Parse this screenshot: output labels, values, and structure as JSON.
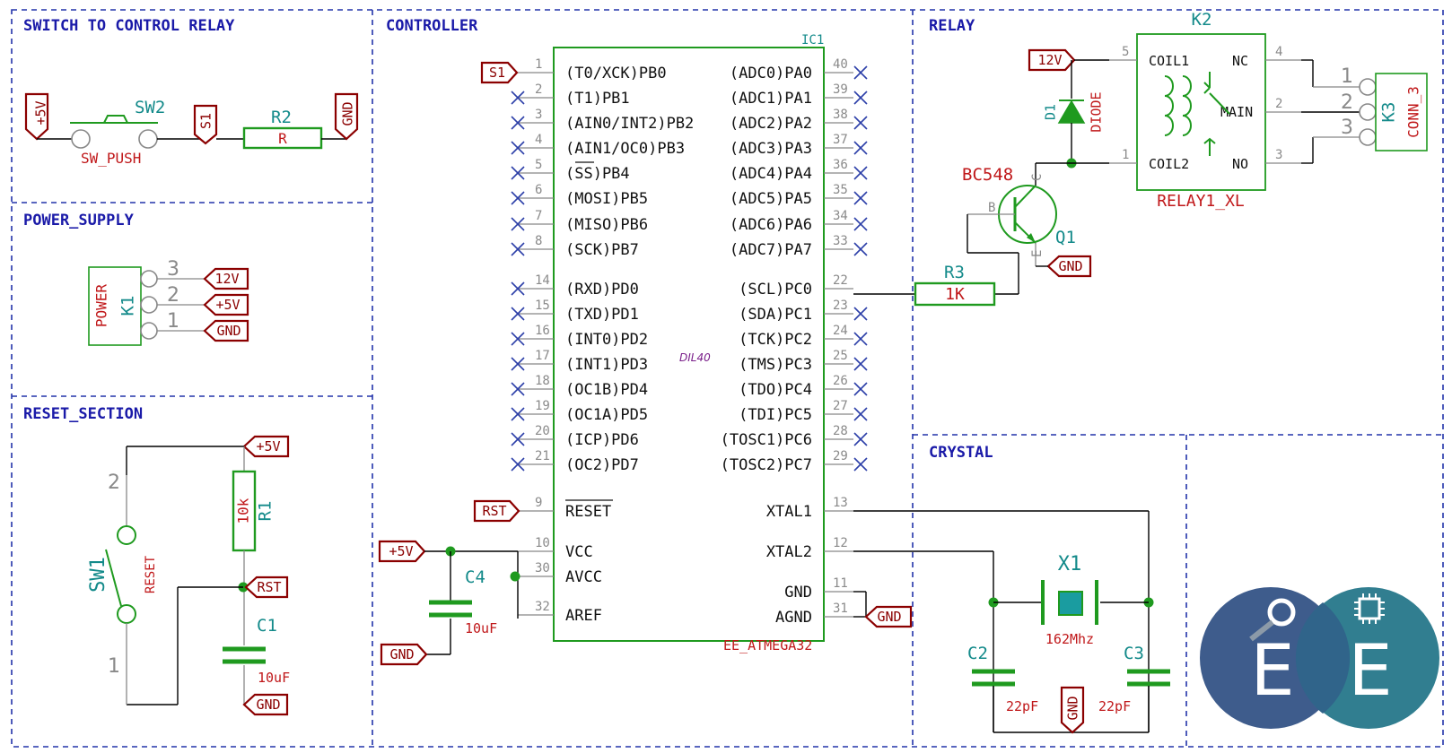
{
  "sections": {
    "switch": "SWITCH TO CONTROL RELAY",
    "power": "POWER_SUPPLY",
    "reset": "RESET_SECTION",
    "controller": "CONTROLLER",
    "relay": "RELAY",
    "crystal": "CRYSTAL"
  },
  "ic": {
    "ref": "IC1",
    "package": "DIL40",
    "value": "EE_ATMEGA32",
    "left_pins": [
      {
        "num": "1",
        "name": "(T0/XCK)PB0"
      },
      {
        "num": "2",
        "name": "(T1)PB1"
      },
      {
        "num": "3",
        "name": "(AIN0/INT2)PB2"
      },
      {
        "num": "4",
        "name": "(AIN1/OC0)PB3"
      },
      {
        "num": "5",
        "name": "(SS)PB4"
      },
      {
        "num": "6",
        "name": "(MOSI)PB5"
      },
      {
        "num": "7",
        "name": "(MISO)PB6"
      },
      {
        "num": "8",
        "name": "(SCK)PB7"
      },
      {
        "num": "14",
        "name": "(RXD)PD0"
      },
      {
        "num": "15",
        "name": "(TXD)PD1"
      },
      {
        "num": "16",
        "name": "(INT0)PD2"
      },
      {
        "num": "17",
        "name": "(INT1)PD3"
      },
      {
        "num": "18",
        "name": "(OC1B)PD4"
      },
      {
        "num": "19",
        "name": "(OC1A)PD5"
      },
      {
        "num": "20",
        "name": "(ICP)PD6"
      },
      {
        "num": "21",
        "name": "(OC2)PD7"
      },
      {
        "num": "9",
        "name": "RESET"
      },
      {
        "num": "10",
        "name": "VCC"
      },
      {
        "num": "30",
        "name": "AVCC"
      },
      {
        "num": "32",
        "name": "AREF"
      }
    ],
    "right_pins": [
      {
        "num": "40",
        "name": "(ADC0)PA0"
      },
      {
        "num": "39",
        "name": "(ADC1)PA1"
      },
      {
        "num": "38",
        "name": "(ADC2)PA2"
      },
      {
        "num": "37",
        "name": "(ADC3)PA3"
      },
      {
        "num": "36",
        "name": "(ADC4)PA4"
      },
      {
        "num": "35",
        "name": "(ADC5)PA5"
      },
      {
        "num": "34",
        "name": "(ADC6)PA6"
      },
      {
        "num": "33",
        "name": "(ADC7)PA7"
      },
      {
        "num": "22",
        "name": "(SCL)PC0"
      },
      {
        "num": "23",
        "name": "(SDA)PC1"
      },
      {
        "num": "24",
        "name": "(TCK)PC2"
      },
      {
        "num": "25",
        "name": "(TMS)PC3"
      },
      {
        "num": "26",
        "name": "(TDO)PC4"
      },
      {
        "num": "27",
        "name": "(TDI)PC5"
      },
      {
        "num": "28",
        "name": "(TOSC1)PC6"
      },
      {
        "num": "29",
        "name": "(TOSC2)PC7"
      },
      {
        "num": "13",
        "name": "XTAL1"
      },
      {
        "num": "12",
        "name": "XTAL2"
      },
      {
        "num": "11",
        "name": "GND"
      },
      {
        "num": "31",
        "name": "AGND"
      }
    ]
  },
  "labels": {
    "p5v": "+5V",
    "gnd": "GND",
    "s1": "S1",
    "rst": "RST",
    "v12": "12V"
  },
  "sw2": {
    "ref": "SW2",
    "value": "SW_PUSH"
  },
  "r2": {
    "ref": "R2",
    "value": "R"
  },
  "k1": {
    "ref": "K1",
    "value": "POWER",
    "pins": [
      "3",
      "2",
      "1"
    ]
  },
  "r1": {
    "ref": "R1",
    "value": "10k"
  },
  "sw1": {
    "ref": "SW1",
    "value": "RESET",
    "pin_top": "2",
    "pin_bot": "1"
  },
  "c1": {
    "ref": "C1",
    "value": "10uF"
  },
  "c4": {
    "ref": "C4",
    "value": "10uF"
  },
  "k2": {
    "ref": "K2",
    "value": "RELAY1_XL",
    "pin_labels": [
      "COIL1",
      "COIL2",
      "NC",
      "MAIN",
      "NO"
    ],
    "pin_nums": [
      "5",
      "1",
      "4",
      "2",
      "3"
    ]
  },
  "d1": {
    "ref": "D1",
    "value": "DIODE"
  },
  "q1": {
    "ref": "Q1",
    "value": "BC548",
    "pins": [
      "C",
      "B",
      "E"
    ]
  },
  "r3": {
    "ref": "R3",
    "value": "1K"
  },
  "k3": {
    "ref": "K3",
    "value": "CONN_3",
    "pins": [
      "1",
      "2",
      "3"
    ]
  },
  "x1": {
    "ref": "X1",
    "value": "162Mhz"
  },
  "c2": {
    "ref": "C2",
    "value": "22pF"
  },
  "c3": {
    "ref": "C3",
    "value": "22pF"
  },
  "logo": {
    "left": "E",
    "right": "E",
    "colors": [
      "#3e5c8c",
      "#26778a"
    ]
  }
}
